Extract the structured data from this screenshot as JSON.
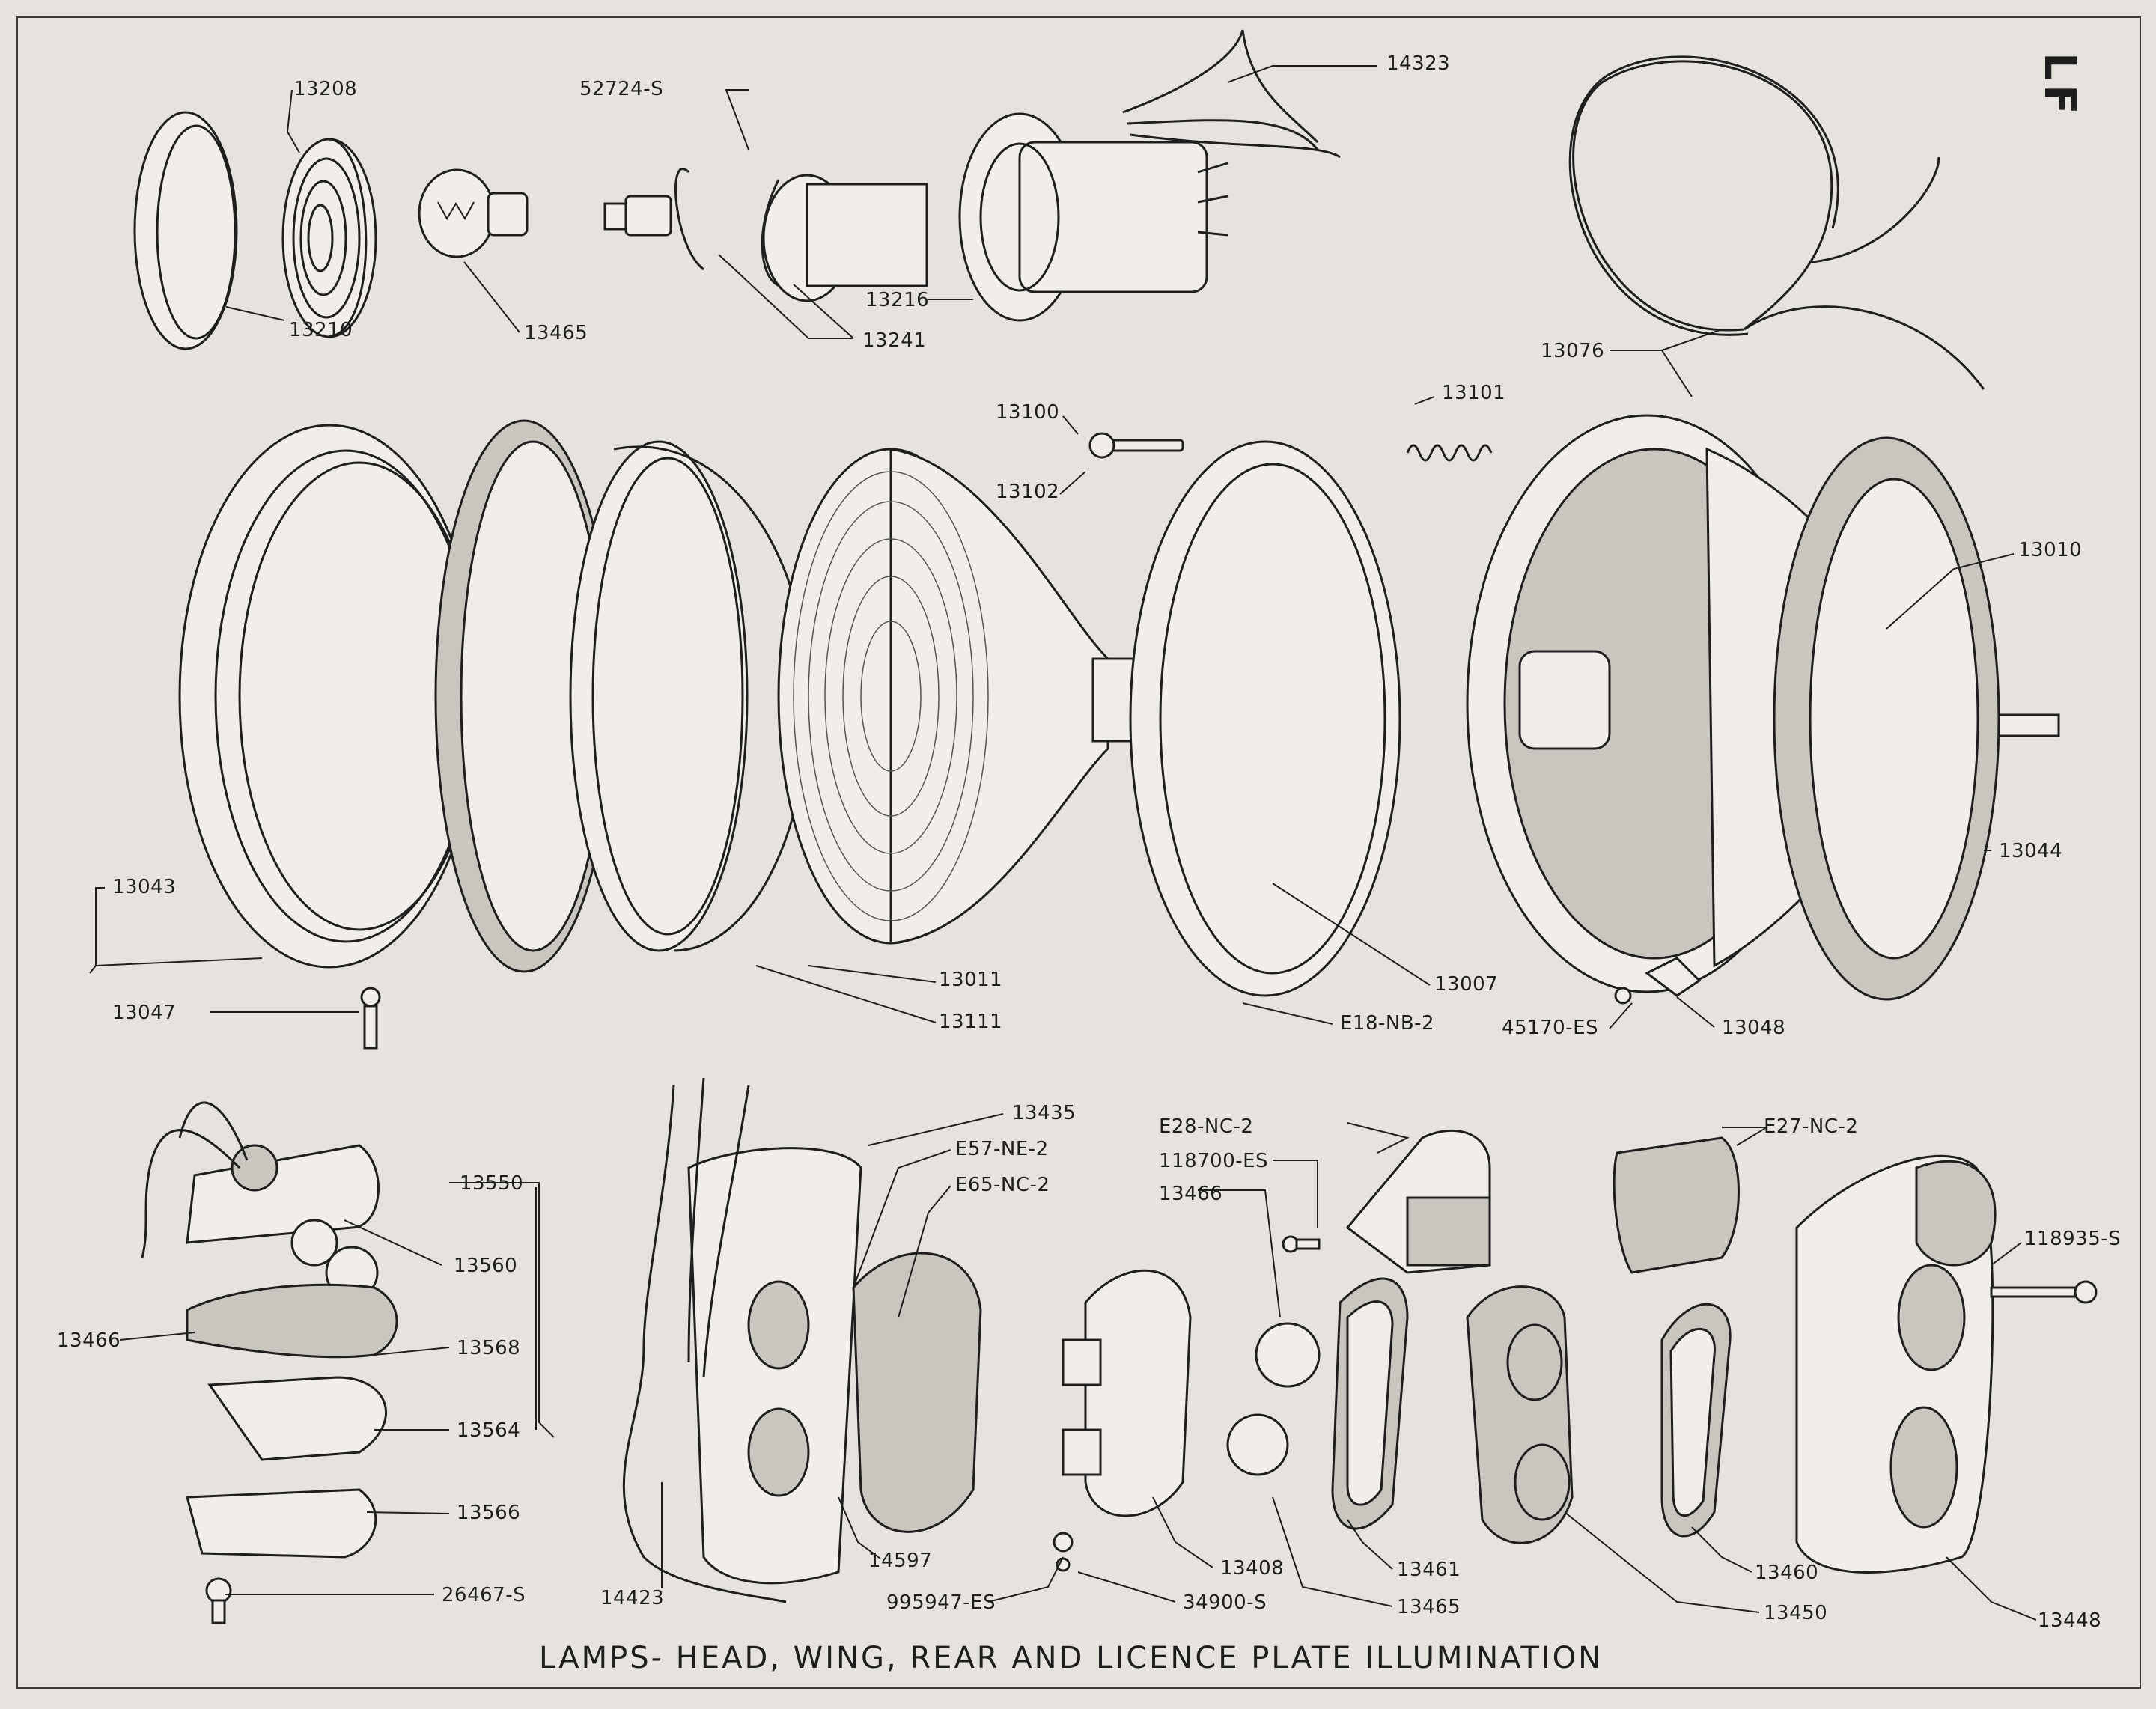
{
  "title": "LAMPS- HEAD, WING, REAR AND LICENCE PLATE ILLUMINATION",
  "corner_mark": "LF",
  "callouts": {
    "c13208": "13208",
    "c52724S": "52724-S",
    "c14323": "14323",
    "c13210": "13210",
    "c13465a": "13465",
    "c13216": "13216",
    "c13241": "13241",
    "c13076": "13076",
    "c13100": "13100",
    "c13101": "13101",
    "c13102": "13102",
    "c13010": "13010",
    "c13044": "13044",
    "c13043": "13043",
    "c13047": "13047",
    "c13011": "13011",
    "c13111": "13111",
    "c13007": "13007",
    "cE18NB2": "E18-NB-2",
    "c45170ES": "45170-ES",
    "c13048": "13048",
    "c13435": "13435",
    "cE57NE2": "E57-NE-2",
    "cE65NC2": "E65-NC-2",
    "cE28NC2": "E28-NC-2",
    "c118700ES": "118700-ES",
    "c13466a": "13466",
    "cE27NC2": "E27-NC-2",
    "c118935S": "118935-S",
    "c13550": "13550",
    "c13560": "13560",
    "c13466b": "13466",
    "c13568": "13568",
    "c13564": "13564",
    "c13566": "13566",
    "c26467S": "26467-S",
    "c14423": "14423",
    "c14597": "14597",
    "c13408": "13408",
    "c995947ES": "995947-ES",
    "c34900S": "34900-S",
    "c13461": "13461",
    "c13465b": "13465",
    "c13460": "13460",
    "c13450": "13450",
    "c13448": "13448"
  }
}
